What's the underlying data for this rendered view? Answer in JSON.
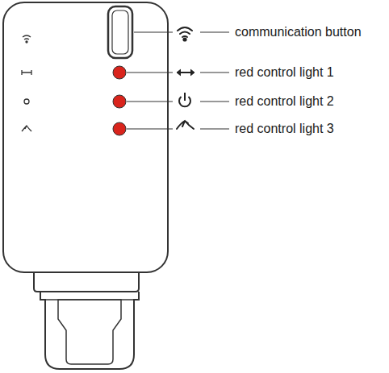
{
  "diagram": {
    "labels": [
      "communication button",
      "red control light 1",
      "red control light 2",
      "red control light 3"
    ]
  }
}
